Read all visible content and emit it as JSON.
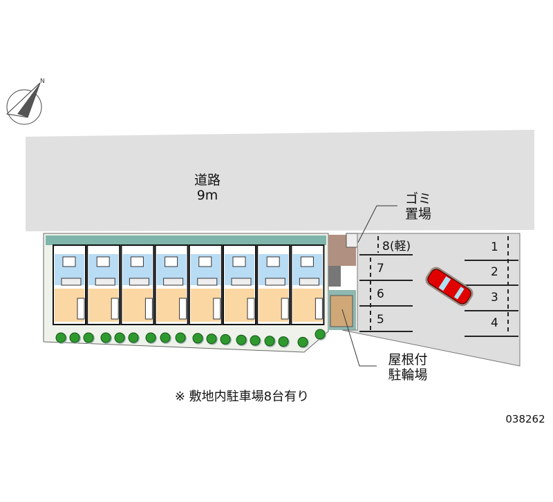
{
  "road": {
    "name": "道路",
    "width": "9m"
  },
  "garbage": {
    "line1": "ゴミ",
    "line2": "置場"
  },
  "bicycle": {
    "line1": "屋根付",
    "line2": "駐輪場"
  },
  "parking": {
    "left_spaces": [
      "8(軽)",
      "7",
      "6",
      "5"
    ],
    "right_spaces": [
      "1",
      "2",
      "3",
      "4"
    ]
  },
  "note": "※ 敷地内駐車場8台有り",
  "code": "038262",
  "units_count": 8,
  "colors": {
    "road": "#e0e0e0",
    "wet_area": "#b9dcf5",
    "room": "#fbd7a3",
    "tree": "#2e9a2e",
    "car": "#e00000"
  }
}
